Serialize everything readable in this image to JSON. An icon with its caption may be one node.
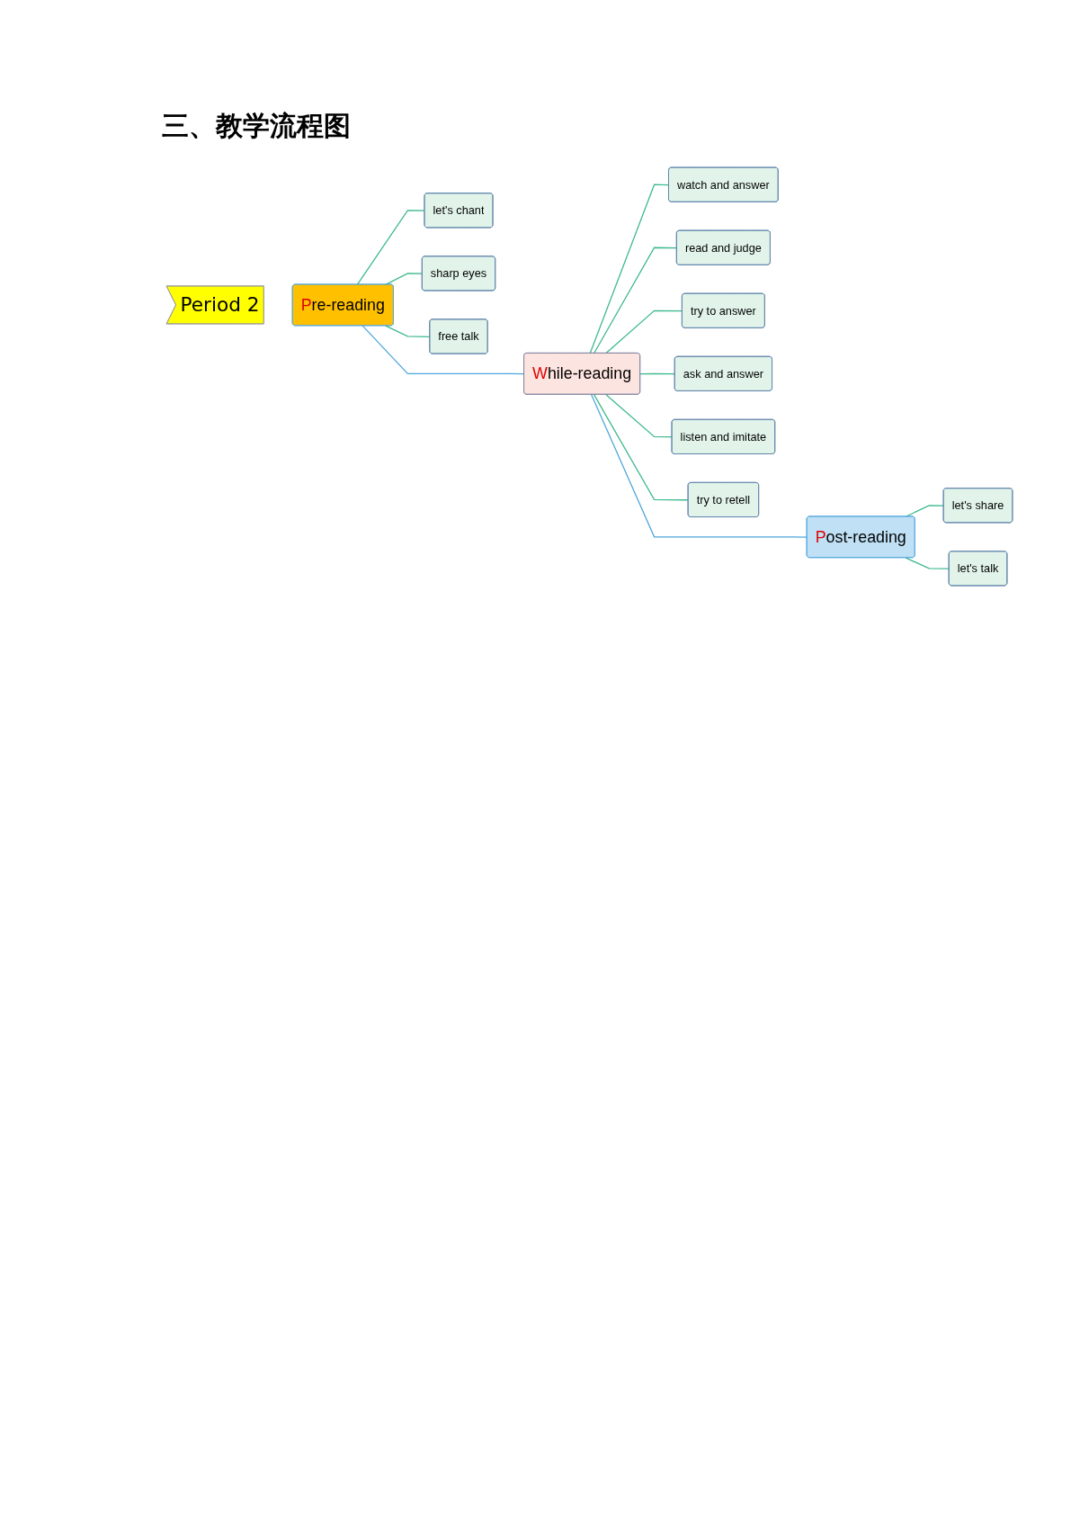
{
  "diagram": {
    "title": "三、教学流程图",
    "nodes": [
      {
        "text": [
          "Period 2"
        ]
      },
      {
        "text": [
          "Pre-reading"
        ]
      },
      {
        "text": [
          "While-reading"
        ]
      },
      {
        "text": [
          "Post-reading"
        ]
      },
      {
        "text": [
          "let's chant"
        ]
      },
      {
        "text": [
          "sharp eyes"
        ]
      },
      {
        "text": [
          "free talk"
        ]
      },
      {
        "text": [
          "watch and answer"
        ]
      },
      {
        "text": [
          "read and judge"
        ]
      },
      {
        "text": [
          "try to answer"
        ]
      },
      {
        "text": [
          "ask and answer"
        ]
      },
      {
        "text": [
          "listen and imitate"
        ]
      },
      {
        "text": [
          "try to retell"
        ]
      },
      {
        "text": [
          "let's  share"
        ]
      },
      {
        "text": [
          "let's talk"
        ]
      }
    ],
    "edges": [
      {
        "from": 1,
        "to": 2,
        "arrow": "none",
        "color": "#4ea6dc"
      },
      {
        "from": 2,
        "to": 3,
        "arrow": "none",
        "color": "#4ea6dc"
      },
      {
        "from": 1,
        "to": 4,
        "arrow": "none"
      },
      {
        "from": 1,
        "to": 5,
        "arrow": "none"
      },
      {
        "from": 1,
        "to": 6,
        "arrow": "none"
      },
      {
        "from": 2,
        "to": 7,
        "arrow": "none"
      },
      {
        "from": 2,
        "to": 8,
        "arrow": "none"
      },
      {
        "from": 2,
        "to": 9,
        "arrow": "none"
      },
      {
        "from": 2,
        "to": 10,
        "arrow": "none"
      },
      {
        "from": 2,
        "to": 11,
        "arrow": "none"
      },
      {
        "from": 2,
        "to": 12,
        "arrow": "none"
      },
      {
        "from": 3,
        "to": 13,
        "arrow": "none"
      },
      {
        "from": 3,
        "to": 14,
        "arrow": "none"
      }
    ]
  }
}
